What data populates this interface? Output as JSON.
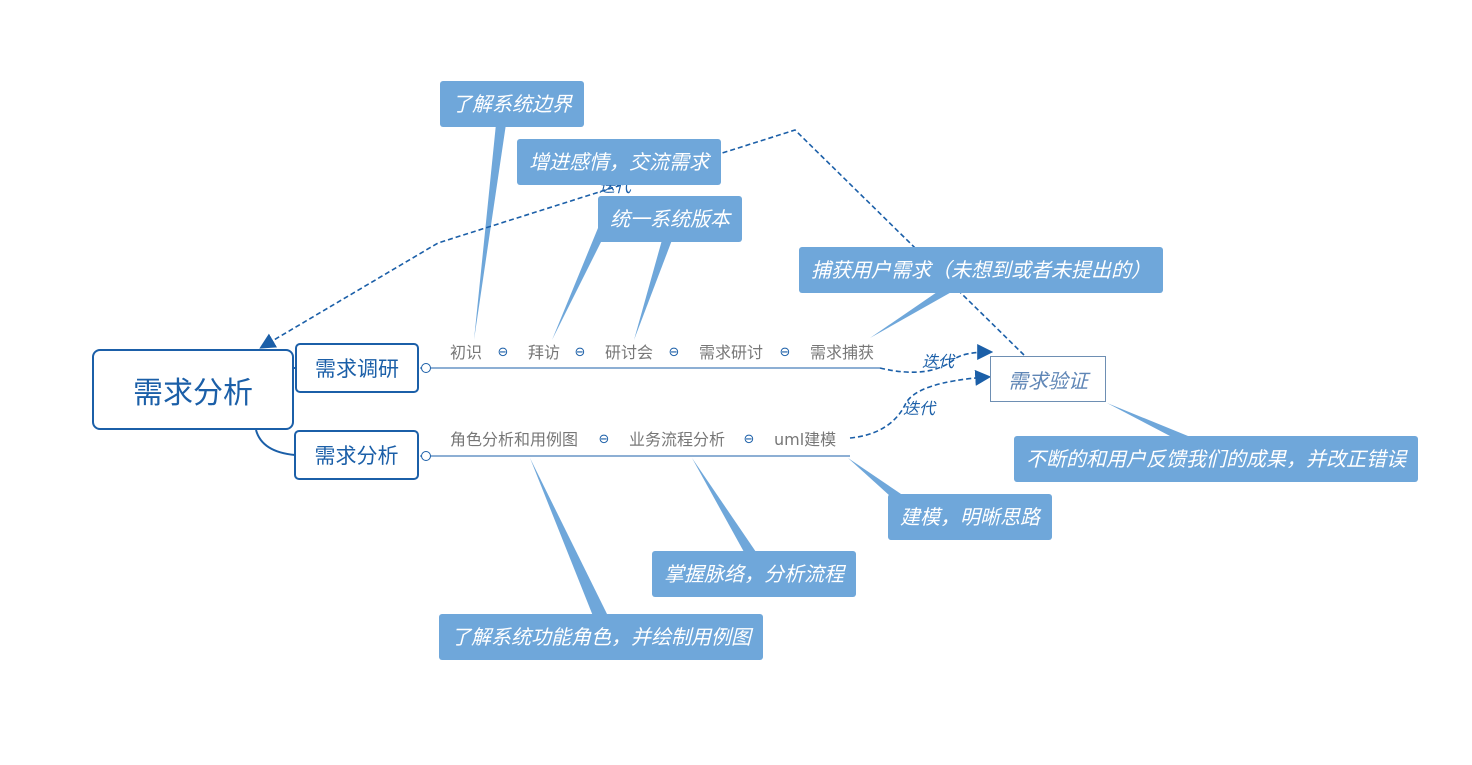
{
  "root": {
    "label": "需求分析"
  },
  "branches": [
    {
      "label": "需求调研",
      "items": [
        "初识",
        "拜访",
        "研讨会",
        "需求研讨",
        "需求捕获"
      ]
    },
    {
      "label": "需求分析",
      "items": [
        "角色分析和用例图",
        "业务流程分析",
        "uml建模"
      ]
    }
  ],
  "verify_node": {
    "label": "需求验证"
  },
  "callouts": {
    "boundary": "了解系统边界",
    "feelings": "增进感情，交流需求",
    "version": "统一系统版本",
    "capture": "捕获用户需求（未想到或者未提出的）",
    "feedback": "不断的和用户反馈我们的成果，并改正错误",
    "modeling": "建模，明晰思路",
    "process": "掌握脉络，分析流程",
    "roles": "了解系统功能角色，并绘制用例图"
  },
  "relationships": {
    "iterate_1": "迭代",
    "iterate_2": "迭代",
    "iterate_3": "迭代"
  },
  "colors": {
    "primary": "#1b5fa8",
    "callout_fill": "#6fa7da",
    "leaf_text": "#777777",
    "verify_text": "#5f86b6"
  },
  "icons": {
    "collapse": "⊖",
    "expand": "⊖"
  }
}
